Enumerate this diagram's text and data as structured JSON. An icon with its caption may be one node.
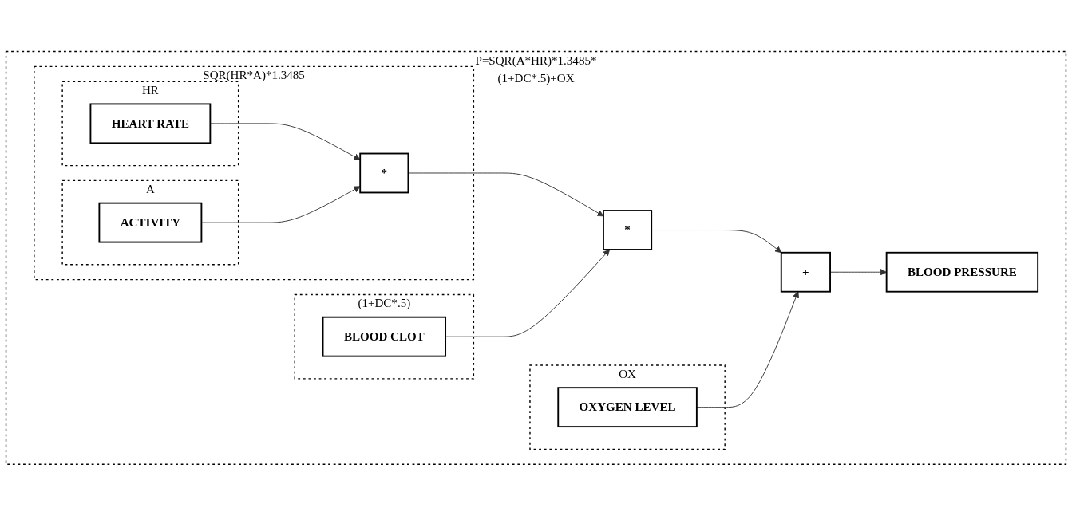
{
  "diagram": {
    "nodes": [
      {
        "text": [
          "P=SQR(A*HR)*1.3485*(1+DC*.5)+OX"
        ]
      },
      {
        "text": [
          "SQR(HR*A)*1.3485"
        ],
        "in": 0
      },
      {
        "text": [
          "HR"
        ],
        "in": 1
      },
      {
        "text": [
          "HEART RATE"
        ],
        "in": 2
      },
      {
        "text": [
          "A"
        ],
        "in": 1
      },
      {
        "text": [
          "ACTIVITY"
        ],
        "in": 4
      },
      {
        "text": [
          "*"
        ],
        "in": 1
      },
      {
        "text": [
          "(1+DC*.5)"
        ],
        "in": 0
      },
      {
        "text": [
          "BLOOD CLOT"
        ],
        "in": 7
      },
      {
        "text": [
          "OX"
        ],
        "in": 0
      },
      {
        "text": [
          "OXYGEN LEVEL"
        ],
        "in": 9
      },
      {
        "text": [
          "*"
        ],
        "in": 0
      },
      {
        "text": [
          "+"
        ],
        "in": 0
      },
      {
        "text": [
          "BLOOD PRESSURE"
        ],
        "in": 0
      }
    ],
    "edges": [
      {
        "from": 3,
        "to": 6,
        "arrow": "to"
      },
      {
        "from": 5,
        "to": 6,
        "arrow": "to"
      },
      {
        "from": 6,
        "to": 11,
        "arrow": "to"
      },
      {
        "from": 8,
        "to": 11,
        "arrow": "to"
      },
      {
        "from": 11,
        "to": 12,
        "arrow": "to"
      },
      {
        "from": 10,
        "to": 12,
        "arrow": "to"
      },
      {
        "from": 12,
        "to": 13,
        "arrow": "to"
      }
    ]
  }
}
